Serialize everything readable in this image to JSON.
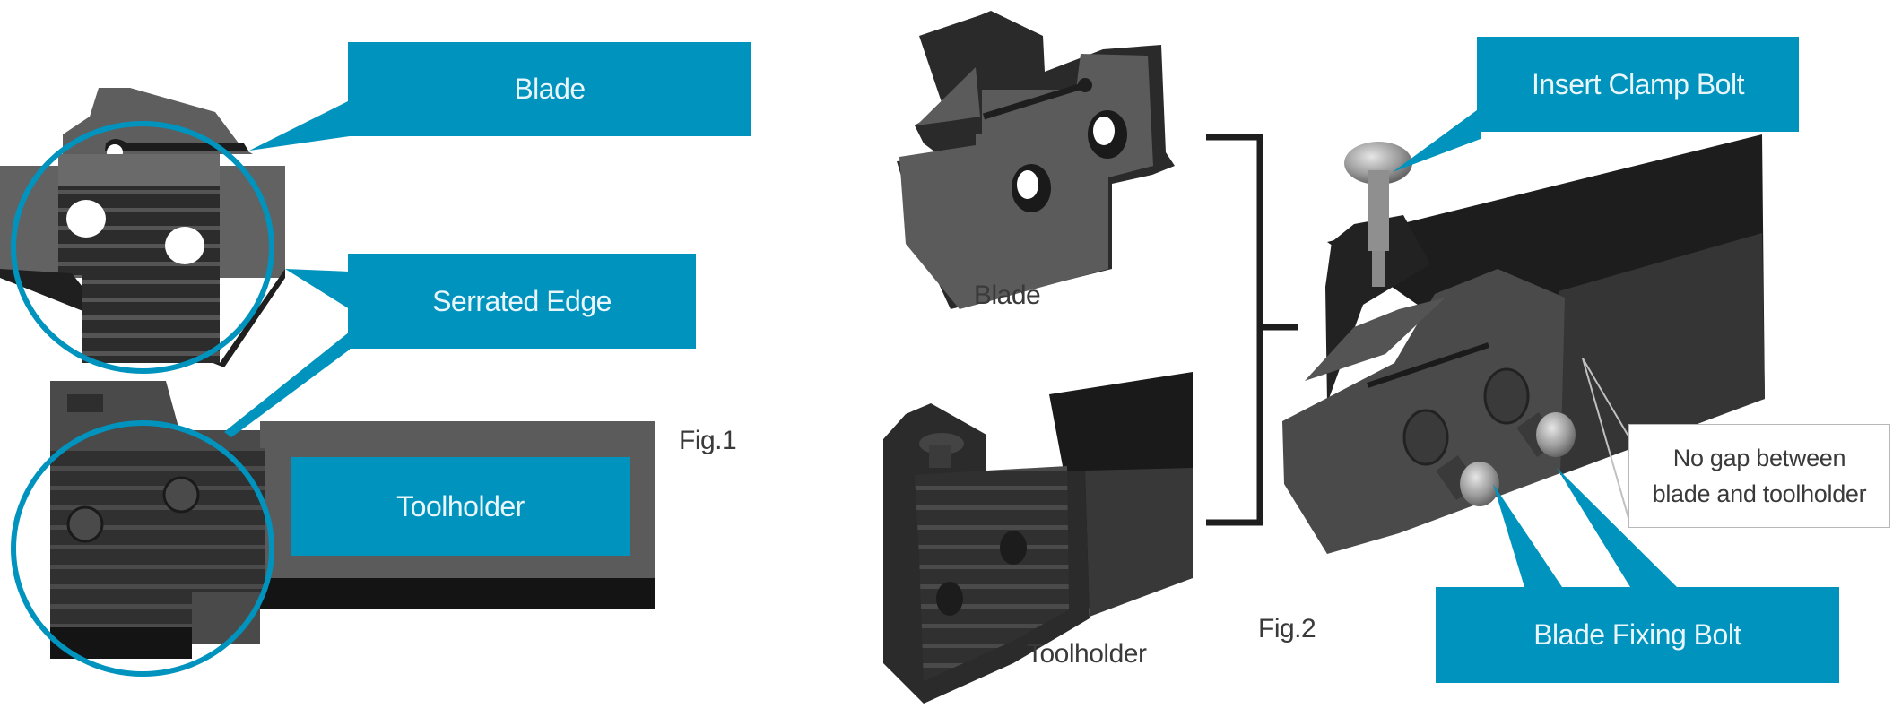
{
  "accent_color": "#0093bd",
  "figure1": {
    "caption": "Fig.1",
    "callouts": {
      "blade": "Blade",
      "serrated_edge": "Serrated Edge",
      "toolholder": "Toolholder"
    }
  },
  "figure2": {
    "caption": "Fig.2",
    "part_labels": {
      "blade": "Blade",
      "toolholder": "Toolholder"
    },
    "callouts": {
      "insert_clamp_bolt": "Insert Clamp Bolt",
      "blade_fixing_bolt": "Blade Fixing Bolt"
    },
    "note": {
      "line1": "No gap between",
      "line2": "blade and toolholder"
    }
  }
}
